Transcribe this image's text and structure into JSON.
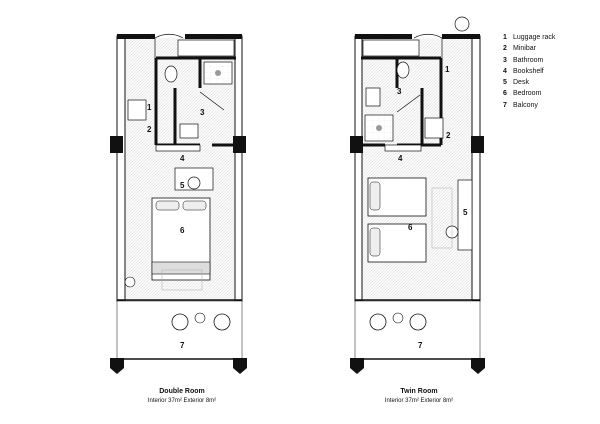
{
  "legend": [
    {
      "num": "1",
      "label": "Luggage rack"
    },
    {
      "num": "2",
      "label": "Minibar"
    },
    {
      "num": "3",
      "label": "Bathroom"
    },
    {
      "num": "4",
      "label": "Bookshelf"
    },
    {
      "num": "5",
      "label": "Desk"
    },
    {
      "num": "6",
      "label": "Bedroom"
    },
    {
      "num": "7",
      "label": "Balcony"
    }
  ],
  "double_room": {
    "title": "Double Room",
    "interior": "Interior 37m²",
    "exterior": "Exterior 8m²",
    "labels": [
      "1",
      "2",
      "3",
      "4",
      "5",
      "6",
      "7"
    ]
  },
  "twin_room": {
    "title": "Twin Room",
    "interior": "Interior 37m²",
    "exterior": "Exterior 8m²",
    "labels": [
      "1",
      "2",
      "3",
      "4",
      "5",
      "6",
      "7"
    ]
  }
}
